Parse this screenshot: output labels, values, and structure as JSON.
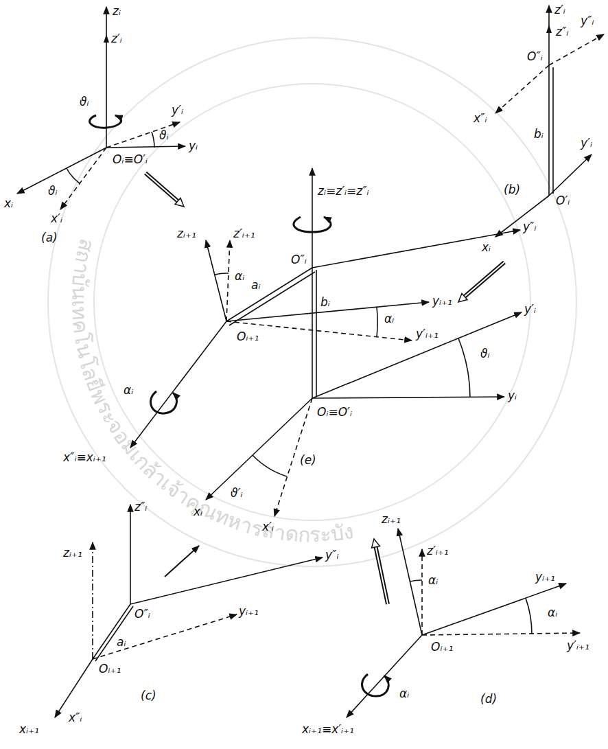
{
  "diagram": {
    "labels": [
      "zᵢ",
      "z′ᵢ",
      "ϑᵢ",
      "y′ᵢ",
      "ϑᵢ",
      "yᵢ",
      "Oᵢ≡O′ᵢ",
      "xᵢ",
      "ϑᵢ",
      "x′ᵢ",
      "(a)",
      "z′ᵢ",
      "z″ᵢ",
      "O″ᵢ",
      "y″ᵢ",
      "x″ᵢ",
      "bᵢ",
      "y′ᵢ",
      "O′ᵢ",
      "xᵢ",
      "(b)",
      "zᵢ≡z′ᵢ≡z″ᵢ",
      "y″ᵢ",
      "O″ᵢ",
      "bᵢ",
      "aᵢ",
      "zᵢ₊₁",
      "z′ᵢ₊₁",
      "αᵢ",
      "yᵢ₊₁",
      "αᵢ",
      "y′ᵢ₊₁",
      "y′ᵢ",
      "ϑᵢ",
      "yᵢ",
      "Oᵢ₊₁",
      "Oᵢ≡O′ᵢ",
      "αᵢ",
      "x″ᵢ≡xᵢ₊₁",
      "(e)",
      "ϑ′ᵢ",
      "xᵢ",
      "x′ᵢ",
      "z″ᵢ",
      "y″ᵢ",
      "zᵢ₊₁",
      "yᵢ₊₁",
      "O″ᵢ",
      "aᵢ",
      "Oᵢ₊₁",
      "x″ᵢ",
      "xᵢ₊₁",
      "(c)",
      "zᵢ₊₁",
      "z′ᵢ₊₁",
      "αᵢ",
      "yᵢ₊₁",
      "αᵢ",
      "y′ᵢ₊₁",
      "Oᵢ₊₁",
      "αᵢ",
      "xᵢ₊₁≡x′ᵢ₊₁",
      "(d)",
      "สถาบันเทคโนโลยีพระจอมเกล้าเจ้าคุณทหารลาดกระบัง"
    ]
  }
}
